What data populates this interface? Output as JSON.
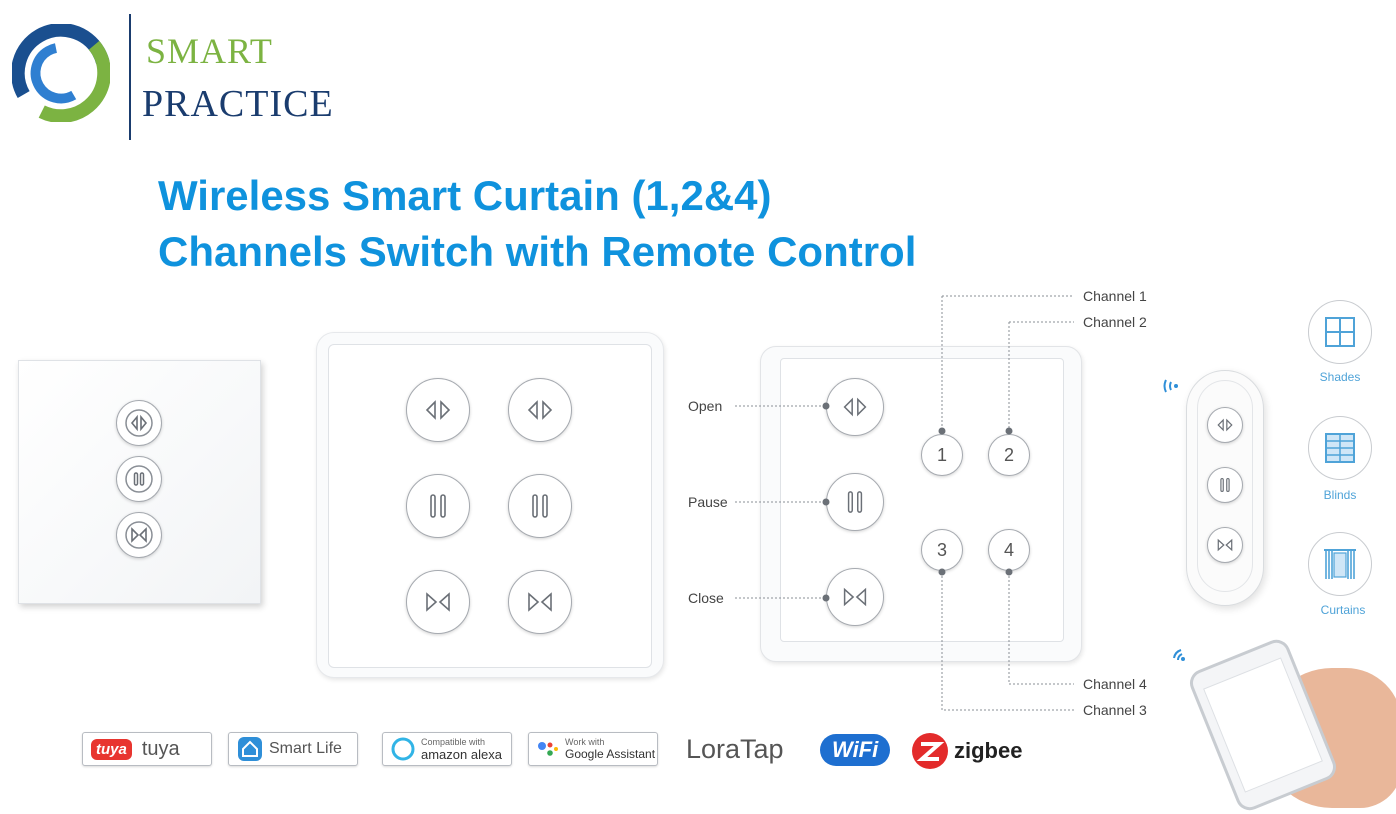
{
  "logo": {
    "line1": "SMART",
    "line2": "PRACTICE"
  },
  "headline": {
    "line1": "Wireless Smart Curtain (1,2&4)",
    "line2": "Channels Switch with Remote Control"
  },
  "diagram": {
    "callouts": {
      "open": "Open",
      "pause": "Pause",
      "close": "Close"
    },
    "channels": [
      "Channel 1",
      "Channel 2",
      "Channel 4",
      "Channel 3"
    ],
    "channel_numbers": [
      "1",
      "2",
      "3",
      "4"
    ]
  },
  "modes": {
    "shades": "Shades",
    "blinds": "Blinds",
    "curtains": "Curtains"
  },
  "badges": {
    "tuya_logo": "tuya",
    "tuya": "tuya",
    "smart_life": "Smart Life",
    "alexa_top": "Compatible with",
    "alexa_bottom": "amazon alexa",
    "google_top": "Work with",
    "google_bottom": "Google Assistant",
    "loratap": "LoraTap",
    "wifi": "WiFi",
    "zigbee": "zigbee"
  },
  "colors": {
    "headline": "#0f92dd",
    "logo_green": "#7cb342",
    "logo_navy": "#1a3c6e",
    "mode_label": "#4fa3d8"
  }
}
